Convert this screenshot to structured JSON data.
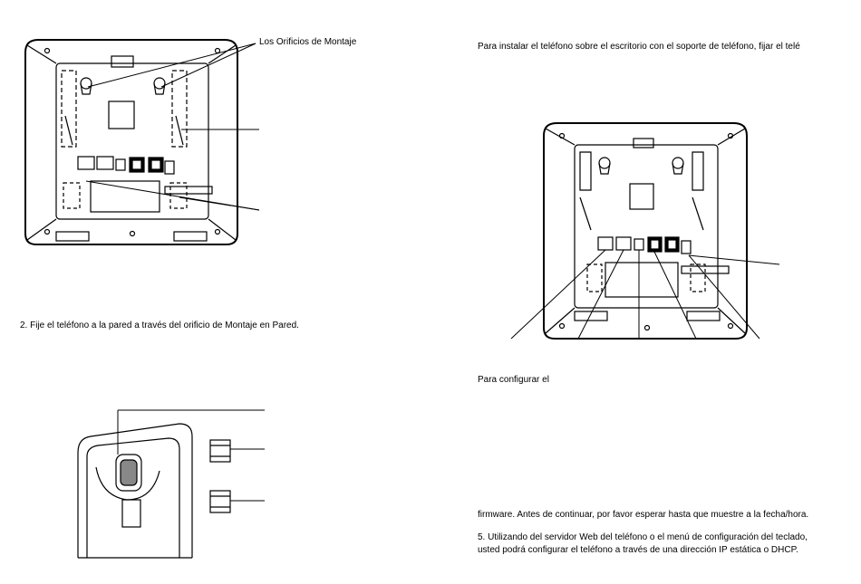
{
  "left": {
    "callout_mounting_holes": "Los Orificios de Montaje",
    "step2": "2. Fije el teléfono a la pared a través del orificio de Montaje en Pared."
  },
  "right": {
    "intro": "Para instalar el teléfono sobre el escritorio con el soporte de teléfono, fijar el telé",
    "configure": "Para configurar el",
    "firmware": "firmware. Antes de continuar, por favor esperar hasta que muestre a la fecha/hora.",
    "step5_line1": "5. Utilizando del servidor Web del teléfono o el menú de configuración del teclado,",
    "step5_line2": "usted podrá configurar el teléfono a través de una dirección IP estática o DHCP."
  }
}
